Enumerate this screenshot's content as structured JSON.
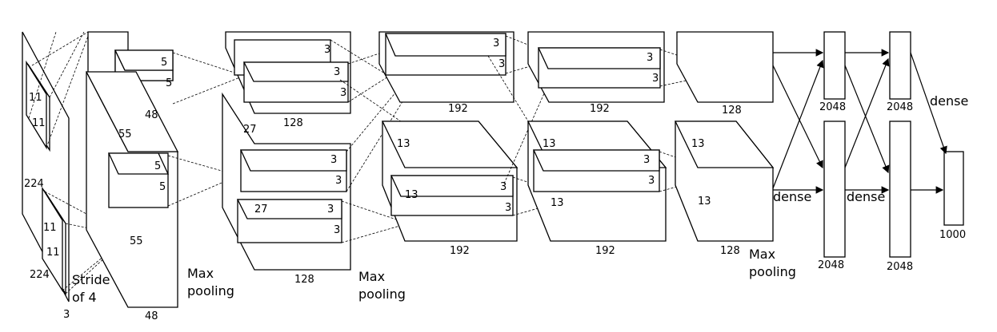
{
  "labels": {
    "input_h": "224",
    "input_w": "224",
    "input_c": "3",
    "k11_a": "11",
    "k11_b": "11",
    "k11_c": "11",
    "k11_d": "11",
    "stride_line1": "Stride",
    "stride_line2": "of 4",
    "c1_55a": "55",
    "c1_55b": "55",
    "c1_48top": "48",
    "c1_48bot": "48",
    "c1_k5a": "5",
    "c1_k5b": "5",
    "c1_k5c": "5",
    "c1_k5d": "5",
    "maxpool1_l1": "Max",
    "maxpool1_l2": "pooling",
    "c2_27": "27",
    "c2_27b": "27",
    "c2_128top": "128",
    "c2_128bot": "128",
    "c2_k3": [
      "3",
      "3",
      "3",
      "3",
      "3",
      "3",
      "3"
    ],
    "maxpool2_l1": "Max",
    "maxpool2_l2": "pooling",
    "c3_13a": "13",
    "c3_13b": "13",
    "c3_192top": "192",
    "c3_192bot": "192",
    "c3_k3": [
      "3",
      "3",
      "3",
      "3"
    ],
    "c4_13a": "13",
    "c4_13b": "13",
    "c4_192top": "192",
    "c4_192bot": "192",
    "c4_k3": [
      "3",
      "3",
      "3",
      "3"
    ],
    "c5_13a": "13",
    "c5_13b": "13",
    "c5_128top": "128",
    "c5_128bot": "128",
    "maxpool3_l1": "Max",
    "maxpool3_l2": "pooling",
    "fc_2048": [
      "2048",
      "2048",
      "2048",
      "2048"
    ],
    "dense": [
      "dense",
      "dense",
      "dense"
    ],
    "out_1000": "1000"
  }
}
